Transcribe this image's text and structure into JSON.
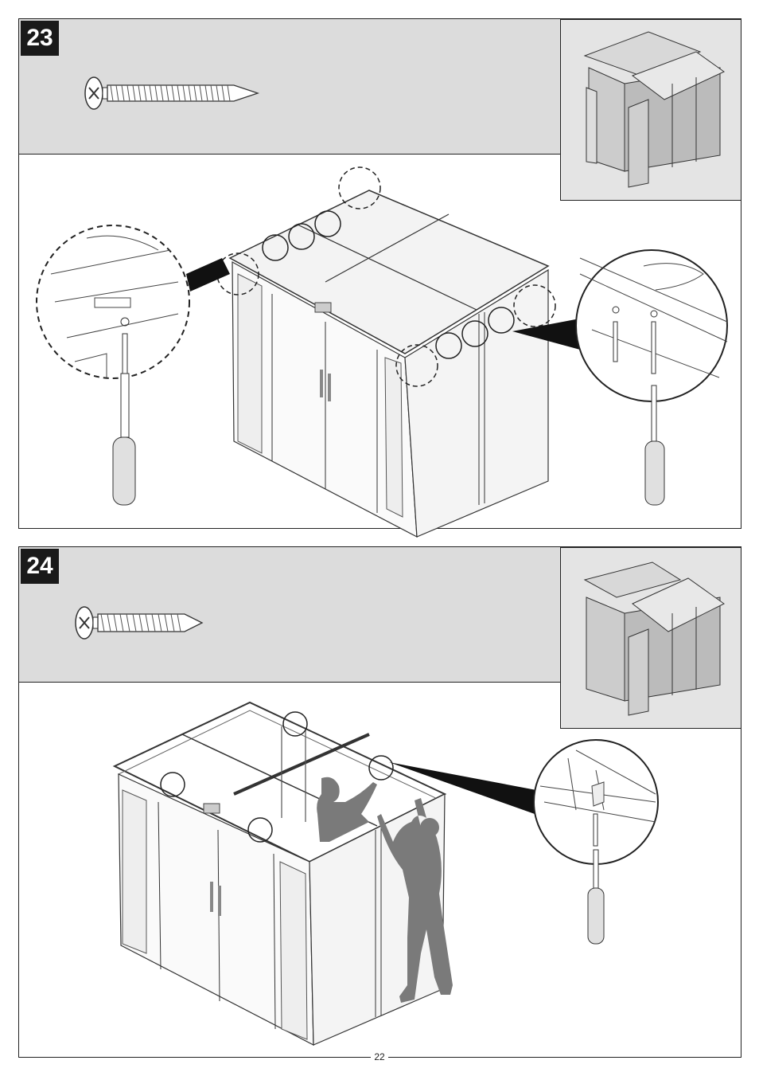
{
  "steps": [
    {
      "number": "23",
      "fastener": "screw-icon",
      "tool": "screwdriver-icon"
    },
    {
      "number": "24",
      "fastener": "screw-icon",
      "tool": "screwdriver-icon"
    }
  ],
  "footer": {
    "page_number": "22"
  },
  "colors": {
    "header_bg": "#dcdcdc",
    "badge_bg": "#1a1a1a",
    "person": "#7a7a7a",
    "line": "#333333"
  }
}
